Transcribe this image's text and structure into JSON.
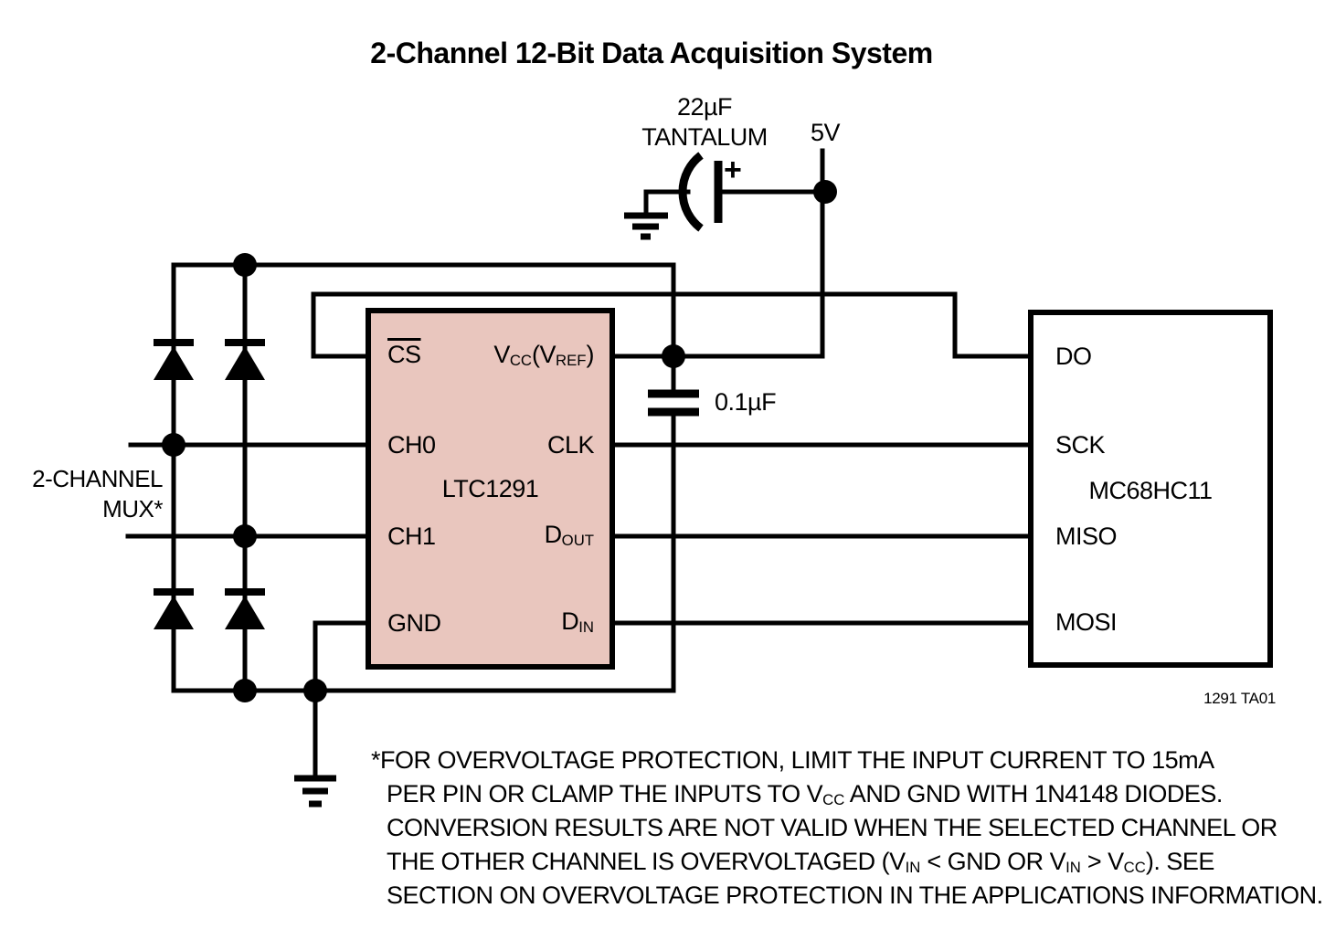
{
  "title": "2-Channel 12-Bit Data Acquisition System",
  "colors": {
    "adc_fill": "#e9c6be",
    "mcu_fill": "#ffffff",
    "wire": "#000000",
    "background": "#ffffff"
  },
  "power": {
    "bulk_cap_value": "22µF",
    "bulk_cap_type": "TANTALUM",
    "plus_sign": "+",
    "supply_label": "5V"
  },
  "bypass_cap": {
    "value": "0.1µF"
  },
  "mux_note": {
    "line1": "2-CHANNEL",
    "line2": "MUX*"
  },
  "adc": {
    "name": "LTC1291",
    "pins_left": [
      {
        "id": "cs",
        "segs": [
          {
            "t": "CS",
            "ovl": true
          }
        ]
      },
      {
        "id": "ch0",
        "segs": [
          {
            "t": "CH0"
          }
        ]
      },
      {
        "id": "ch1",
        "segs": [
          {
            "t": "CH1"
          }
        ]
      },
      {
        "id": "gnd",
        "segs": [
          {
            "t": "GND"
          }
        ]
      }
    ],
    "pins_right": [
      {
        "id": "vcc_vref",
        "segs": [
          {
            "t": "V"
          },
          {
            "t": "CC",
            "sub": true
          },
          {
            "t": "(V"
          },
          {
            "t": "REF",
            "sub": true
          },
          {
            "t": ")"
          }
        ]
      },
      {
        "id": "clk",
        "segs": [
          {
            "t": "CLK"
          }
        ]
      },
      {
        "id": "dout",
        "segs": [
          {
            "t": "D"
          },
          {
            "t": "OUT",
            "sub": true
          }
        ]
      },
      {
        "id": "din",
        "segs": [
          {
            "t": "D"
          },
          {
            "t": "IN",
            "sub": true
          }
        ]
      }
    ]
  },
  "mcu": {
    "name": "MC68HC11",
    "pins_left": [
      "DO",
      "SCK",
      "MISO",
      "MOSI"
    ]
  },
  "figure_id": "1291 TA01",
  "footnote": {
    "lines": [
      {
        "segs": [
          {
            "t": "*FOR OVERVOLTAGE PROTECTION, LIMIT THE INPUT CURRENT TO 15mA"
          }
        ]
      },
      {
        "segs": [
          {
            "t": "PER PIN OR CLAMP THE INPUTS TO V"
          },
          {
            "t": "CC",
            "sub": true
          },
          {
            "t": " AND GND WITH 1N4148 DIODES."
          }
        ]
      },
      {
        "segs": [
          {
            "t": "CONVERSION RESULTS ARE NOT VALID WHEN THE SELECTED CHANNEL OR"
          }
        ]
      },
      {
        "segs": [
          {
            "t": "THE OTHER CHANNEL IS OVERVOLTAGED (V"
          },
          {
            "t": "IN",
            "sub": true
          },
          {
            "t": " < GND OR V"
          },
          {
            "t": "IN",
            "sub": true
          },
          {
            "t": " > V"
          },
          {
            "t": "CC",
            "sub": true
          },
          {
            "t": "). SEE"
          }
        ]
      },
      {
        "segs": [
          {
            "t": "SECTION ON OVERVOLTAGE PROTECTION IN THE APPLICATIONS INFORMATION."
          }
        ]
      }
    ]
  }
}
